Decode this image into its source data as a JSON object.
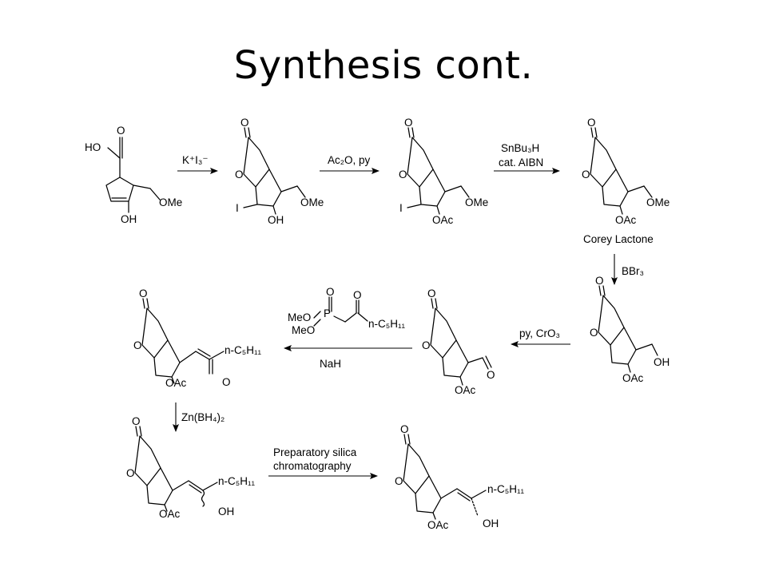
{
  "slide": {
    "title": "Synthesis cont."
  },
  "scheme": {
    "row1": {
      "arrow1": {
        "reagent_top": "K⁺I₃⁻"
      },
      "arrow2": {
        "reagent_top": "Ac₂O, py"
      },
      "arrow3": {
        "reagent_top": "SnBu₃H",
        "reagent_bottom": "cat. AIBN"
      },
      "corey_lactone_label": "Corey Lactone"
    },
    "down_arrow": {
      "reagent": "BBr₃"
    },
    "row2": {
      "arrow_oxidation": {
        "reagent": "py, CrO₃"
      },
      "arrow_hwe": {
        "reagent_bottom": "NaH",
        "phosphonate_chain": "n-C₅H₁₁"
      }
    },
    "down_arrow2": {
      "reagent": "Zn(BH₄)₂"
    },
    "row3": {
      "arrow_separation": {
        "line1": "Preparatory silica",
        "line2": "chromatography"
      }
    },
    "atoms": {
      "acid_ho": "HO",
      "o": "O",
      "oh": "OH",
      "ome": "OMe",
      "oac": "OAc",
      "iodo": "I",
      "meo": "MeO",
      "p": "P",
      "pentyl": "n-C₅H₁₁"
    }
  }
}
